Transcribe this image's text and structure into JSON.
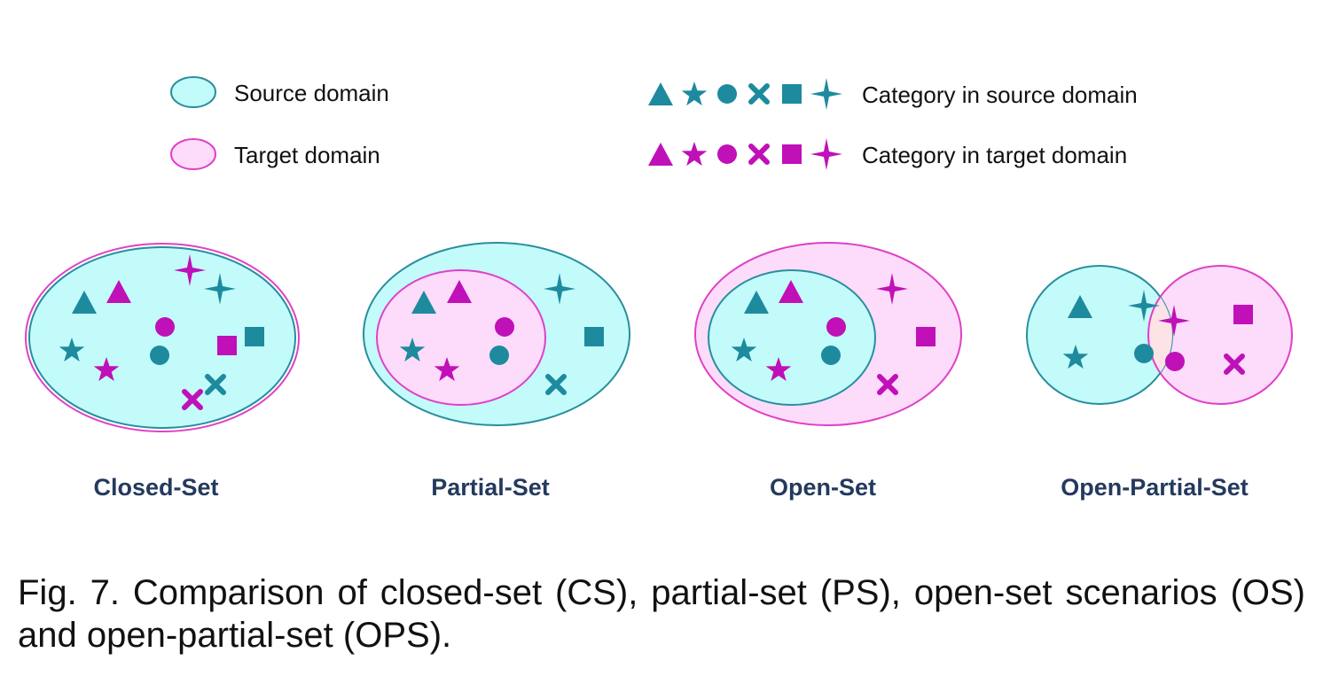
{
  "colors": {
    "source_fill": "#c3fbfb",
    "source_stroke": "#2a8e9c",
    "source_symbol": "#1e8a9e",
    "target_fill": "#fcdcfa",
    "target_stroke": "#e040c8",
    "target_symbol": "#c010b8",
    "overlap_fill": "#fbe3e6",
    "title_color": "#243a5e"
  },
  "legend": {
    "source_domain": "Source domain",
    "target_domain": "Target domain",
    "source_category": "Category in source domain",
    "target_category": "Category in target domain",
    "symbols": [
      "triangle",
      "star",
      "circle",
      "cross",
      "square",
      "four-point-star"
    ]
  },
  "panels": [
    {
      "id": "closed-set",
      "title": "Closed-Set"
    },
    {
      "id": "partial-set",
      "title": "Partial-Set"
    },
    {
      "id": "open-set",
      "title": "Open-Set"
    },
    {
      "id": "open-partial-set",
      "title": "Open-Partial-Set"
    }
  ],
  "caption": "Fig. 7. Comparison of closed-set (CS), partial-set (PS), open-set scenarios (OS) and open-partial-set (OPS)."
}
